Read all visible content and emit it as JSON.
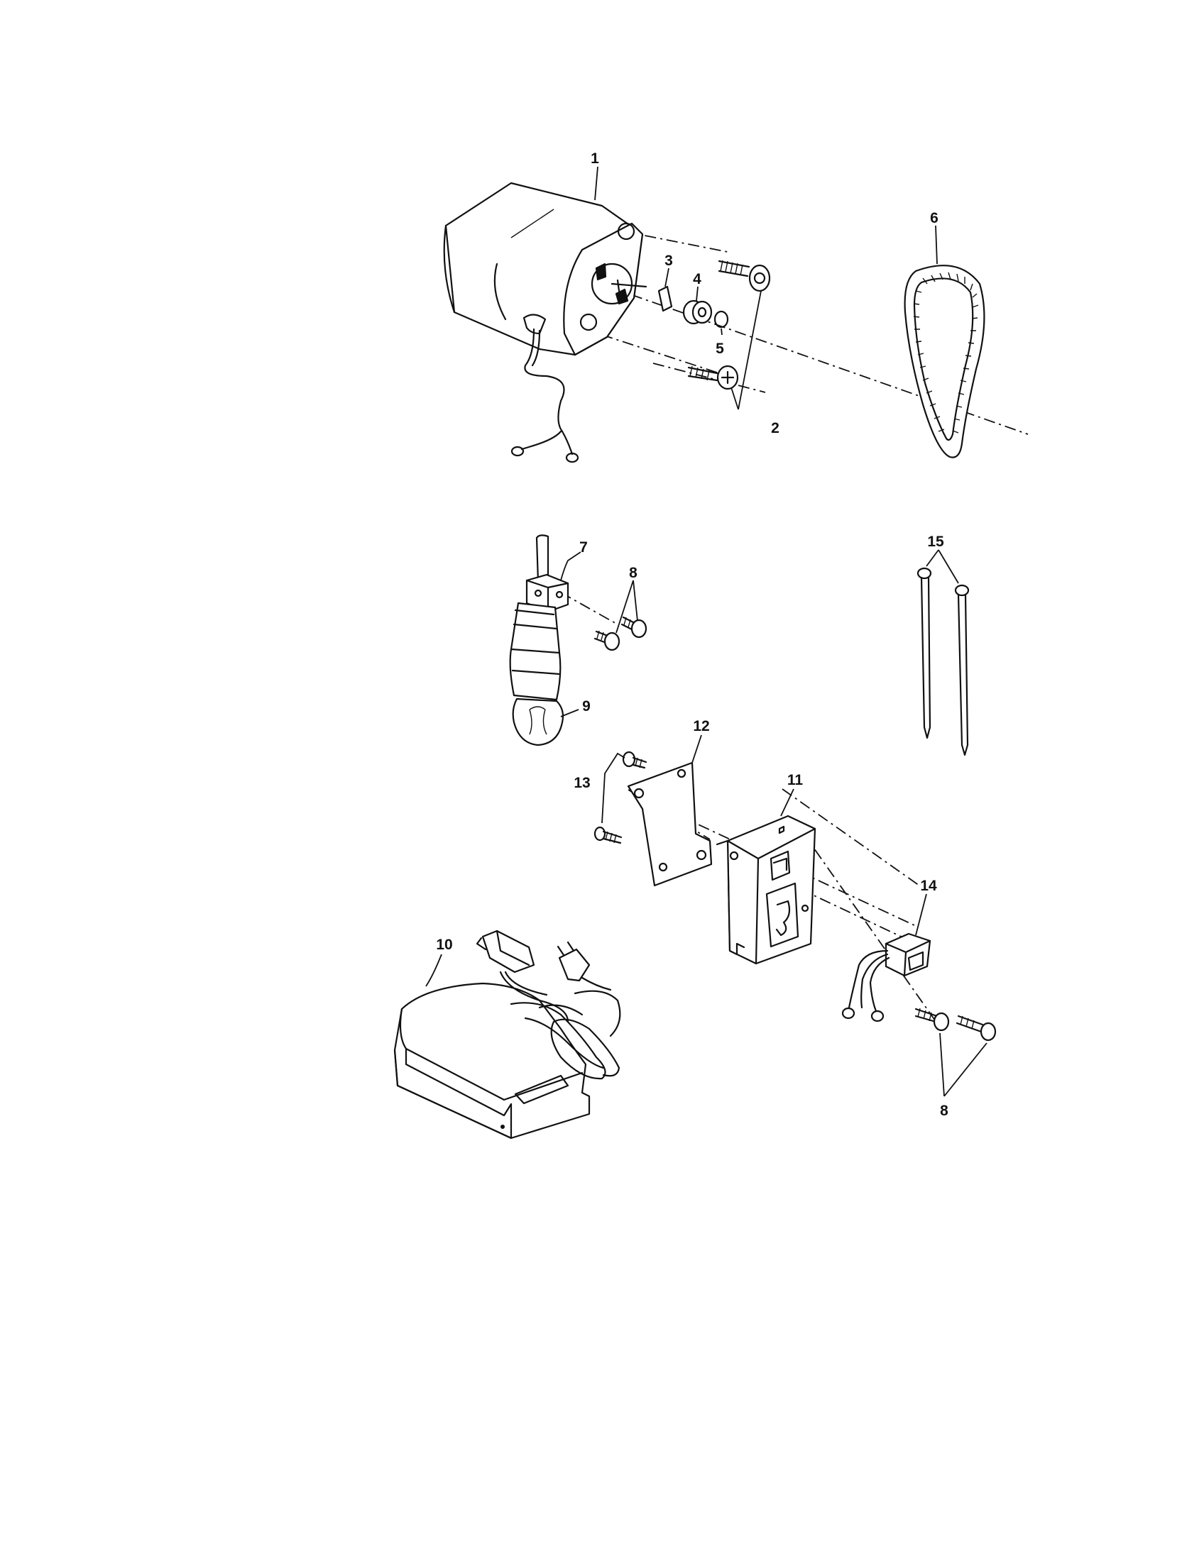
{
  "labels": {
    "p1": "1",
    "p2": "2",
    "p3": "3",
    "p4": "4",
    "p5": "5",
    "p6": "6",
    "p7": "7",
    "p8a": "8",
    "p8b": "8",
    "p9": "9",
    "p10": "10",
    "p11": "11",
    "p12": "12",
    "p13": "13",
    "p14": "14",
    "p15": "15"
  }
}
